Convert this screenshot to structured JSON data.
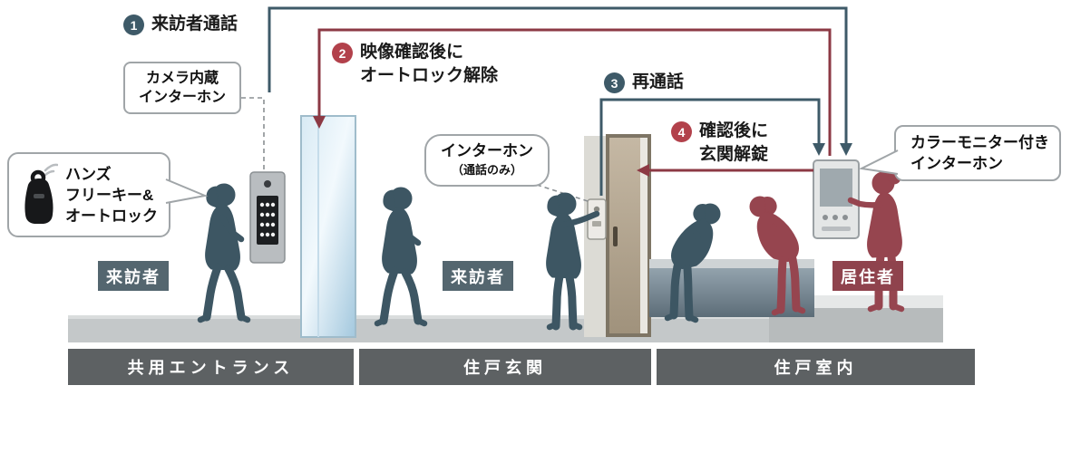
{
  "steps": {
    "s1": {
      "num": "1",
      "text": "来訪者通話"
    },
    "s2": {
      "num": "2",
      "line1": "映像確認後に",
      "line2": "オートロック解除"
    },
    "s3": {
      "num": "3",
      "text": "再通話"
    },
    "s4": {
      "num": "4",
      "line1": "確認後に",
      "line2": "玄関解錠"
    }
  },
  "callouts": {
    "camera_intercom": {
      "line1": "カメラ内蔵",
      "line2": "インターホン"
    },
    "handsfree": {
      "line1": "ハンズ",
      "line2": "フリーキー&",
      "line3": "オートロック"
    },
    "door_intercom": {
      "line1": "インターホン",
      "line2": "（通話のみ）"
    },
    "monitor_intercom": {
      "line1": "カラーモニター付き",
      "line2": "インターホン"
    }
  },
  "labels": {
    "visitor1": "来訪者",
    "visitor2": "来訪者",
    "resident": "居住者"
  },
  "zones": [
    {
      "name": "共用エントランス"
    },
    {
      "name": "住戸玄関"
    },
    {
      "name": "住戸室内"
    }
  ],
  "colors": {
    "teal": "#3e5a68",
    "red_line": "#8c3944",
    "red_badge": "#b2414b",
    "visitor_box": "#54666f",
    "resident_box": "#8f434d",
    "zone_bar": "#5d6163"
  }
}
